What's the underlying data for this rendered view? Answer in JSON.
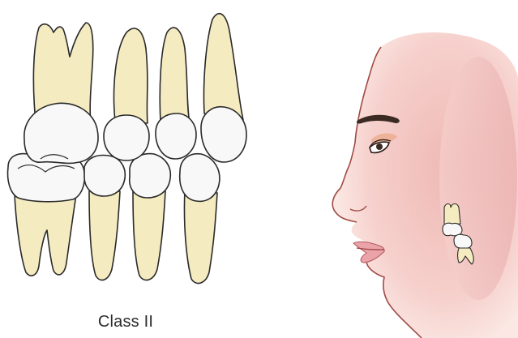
{
  "caption": "Class II",
  "colors": {
    "root": "#f4ebc0",
    "crown": "#f8f8f8",
    "outline": "#2a2a2a",
    "skin_light": "#f8dcd6",
    "skin_mid": "#efb9b5",
    "skin_dark": "#e19c9c",
    "lips": "#eba3aa",
    "brow": "#3a2a22"
  },
  "icons": [
    "molar-teeth-illustration",
    "face-profile-illustration",
    "mini-teeth-icon"
  ]
}
